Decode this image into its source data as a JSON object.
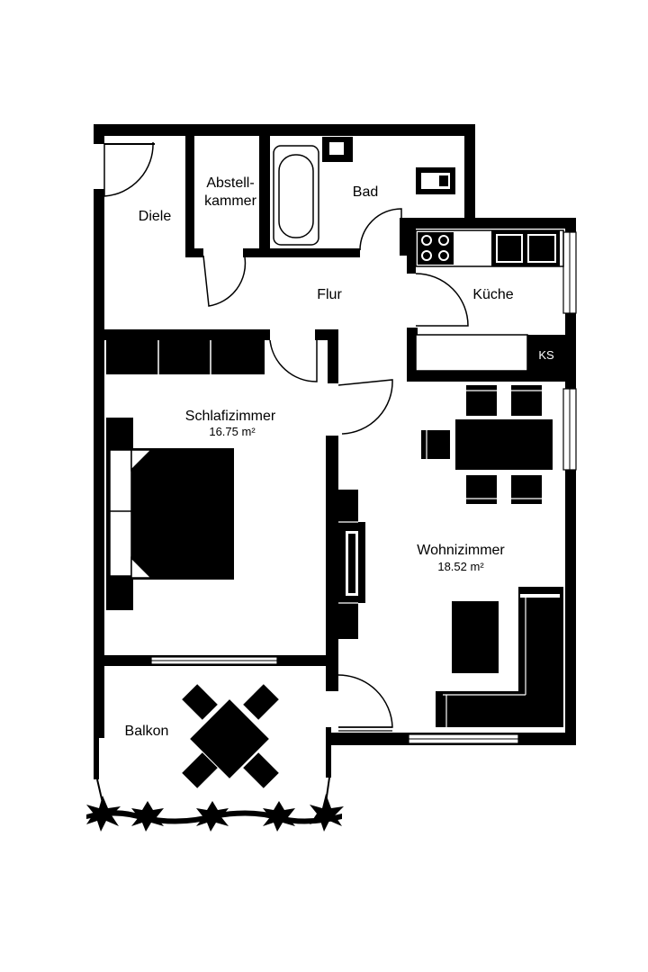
{
  "rooms": {
    "diele": "Diele",
    "abstell_line1": "Abstell-",
    "abstell_line2": "kammer",
    "bad": "Bad",
    "flur": "Flur",
    "kueche": "Küche",
    "ks": "KS",
    "schlafzimmer": "Schlafizimmer",
    "schlafzimmer_area": "16.75 m²",
    "wohnzimmer": "Wohnizimmer",
    "wohnzimmer_area": "18.52 m²",
    "balkon": "Balkon"
  }
}
